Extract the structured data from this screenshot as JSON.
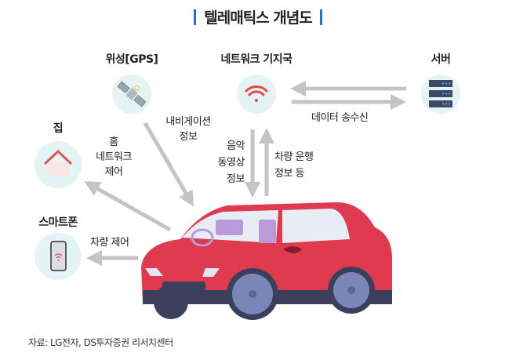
{
  "title": "텔레매틱스 개념도",
  "nodes": {
    "satellite": "위성[GPS]",
    "network": "네트워크 기지국",
    "server": "서버",
    "home": "집",
    "smartphone": "스마트폰"
  },
  "edge_labels": {
    "data_exchange": "데이터 송수신",
    "navigation": [
      "내비게이션",
      "정보"
    ],
    "media": [
      "음악",
      "동영상",
      "정보"
    ],
    "vehicle_info": [
      "차량 운행",
      "정보 등"
    ],
    "home_control": [
      "홈",
      "네트워크",
      "제어"
    ],
    "vehicle_control": "차량 제어"
  },
  "source": "자료: LG전자, DS투자증권 리서치센터",
  "colors": {
    "accent": "#1f6fe0",
    "circle": "#e4f4f5",
    "arrow": "#c4c4c4",
    "car": "#e03a4e",
    "wifi": "#e5484d"
  }
}
